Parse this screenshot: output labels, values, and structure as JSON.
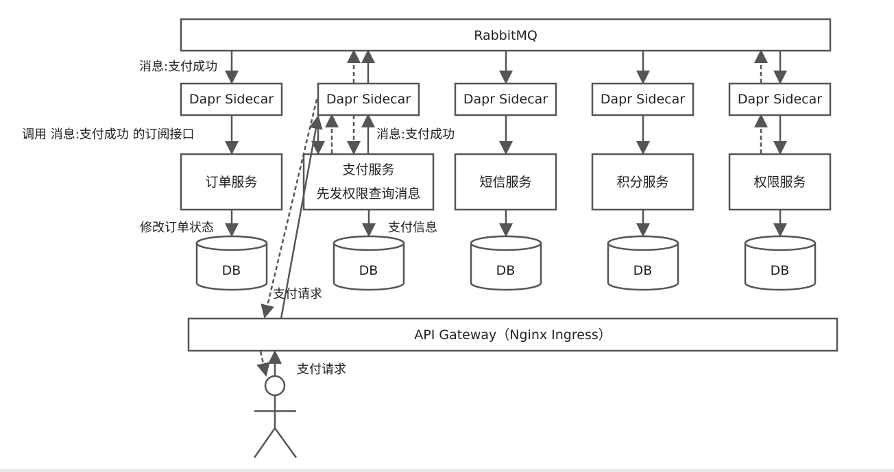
{
  "mq": {
    "label": "RabbitMQ"
  },
  "gateway": {
    "label": "API Gateway（Nginx Ingress）"
  },
  "sidecar_label": "Dapr Sidecar",
  "db_label": "DB",
  "services": {
    "order": "订单服务",
    "pay_line1": "支付服务",
    "pay_line2": "先发权限查询消息",
    "sms": "短信服务",
    "points": "积分服务",
    "perm": "权限服务"
  },
  "labels": {
    "msg_pay_success_left": "消息:支付成功",
    "invoke_subscribe": "调用 消息:支付成功 的订阅接口",
    "update_order_state": "修改订单状态",
    "msg_pay_success_mid": "消息:支付成功",
    "pay_info": "支付信息",
    "pay_request_upper": "支付请求",
    "pay_request_lower": "支付请求"
  }
}
